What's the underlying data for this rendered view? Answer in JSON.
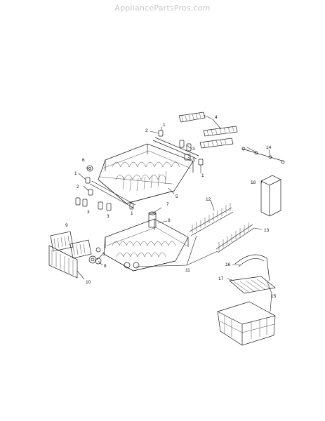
{
  "watermark": "AppliancePartsPros.com",
  "callouts": [
    "1",
    "2",
    "3",
    "4",
    "5",
    "6",
    "7",
    "8",
    "9",
    "10",
    "11",
    "12",
    "13",
    "14",
    "15",
    "16",
    "17",
    "18"
  ]
}
